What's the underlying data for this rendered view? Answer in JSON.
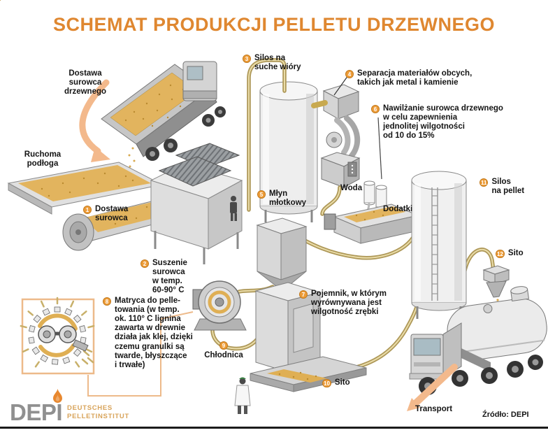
{
  "title": "SCHEMAT PRODUKCJI PELLETU DRZEWNEGO",
  "colors": {
    "title_orange": "#DF8730",
    "badge_orange": "#ED9C38",
    "pipe_gold": "#AD9757",
    "chips_gold": "#E2B45E",
    "arrow_light_orange": "#F3B98C",
    "inset_border": "#EDBA8A",
    "logo_gray": "#909090",
    "logo_tan": "#D8A359"
  },
  "steps": [
    {
      "num": "1",
      "text": "Dostawa\nsurowca"
    },
    {
      "num": "2",
      "text": "Suszenie\nsurowca\nw temp.\n60-90° C"
    },
    {
      "num": "3",
      "text": "Silos na\nsuche wióry"
    },
    {
      "num": "4",
      "text": "Separacja materiałów obcych,\ntakich jak metal i kamienie"
    },
    {
      "num": "5",
      "text": "Młyn\nmłotkowy"
    },
    {
      "num": "6",
      "text": "Nawilżanie surowca drzewnego\nw celu zapewnienia\njednolitej wilgotności\nod 10 do 15%"
    },
    {
      "num": "7",
      "text": "Pojemnik, w którym\nwyrównywana jest\nwilgotność zrębki"
    },
    {
      "num": "8",
      "text": "Matryca do pelle-\ntowania (w temp.\nok. 110° C lignina\nzawarta w drewnie\ndziała jak klej, dzięki\nczemu granulki są\ntwarde, błyszczące\ni trwałe)"
    },
    {
      "num": "9",
      "text": "Chłodnica"
    },
    {
      "num": "10",
      "text": "Sito"
    },
    {
      "num": "11",
      "text": "Silos\nna pellet"
    },
    {
      "num": "12",
      "text": "Sito"
    }
  ],
  "annotations": {
    "dostawa_drzewnego": "Dostawa\nsurowca\ndrzewnego",
    "ruchoma_podloga": "Ruchoma\npodłoga",
    "woda": "Woda",
    "dodatki": "Dodatki",
    "transport": "Transport",
    "source": "Źródło: DEPI"
  },
  "logo": {
    "name": "DEPI",
    "line1": "DEUTSCHES",
    "line2": "PELLETINSTITUT"
  }
}
